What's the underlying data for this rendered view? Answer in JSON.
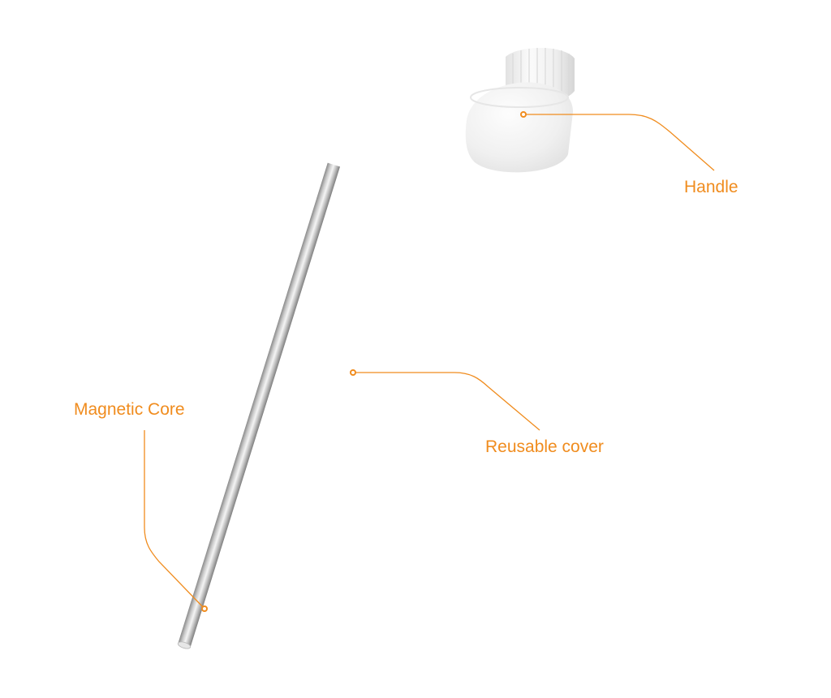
{
  "colors": {
    "accent": "#f08c1e",
    "rod_light": "#f2f2f2",
    "rod_mid": "#b8b8b8",
    "rod_dark": "#8a8a8a",
    "handle": "#f1f1f1",
    "background": "#ffffff"
  },
  "labels": {
    "handle": "Handle",
    "reusable_cover": "Reusable cover",
    "magnetic_core": "Magnetic Core"
  }
}
